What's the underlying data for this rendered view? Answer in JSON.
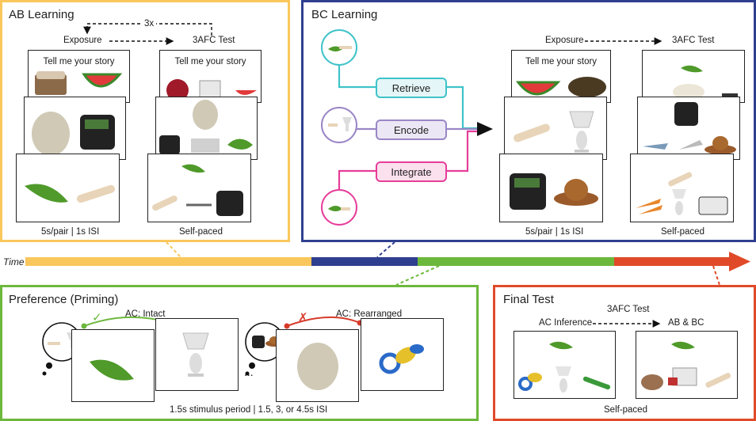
{
  "ab": {
    "title": "AB Learning",
    "repeat": "3x",
    "exposure": "Exposure",
    "test": "3AFC Test",
    "prompt_left": "Tell me your story",
    "prompt_right": "Tell me your story",
    "caption_left": "5s/pair | 1s ISI",
    "caption_right": "Self-paced"
  },
  "bc": {
    "title": "BC Learning",
    "exposure": "Exposure",
    "test": "3AFC Test",
    "prompt_left": "Tell me your story",
    "caption_left": "5s/pair | 1s ISI",
    "caption_right": "Self-paced",
    "retrieve": "Retrieve",
    "encode": "Encode",
    "integrate": "Integrate"
  },
  "timeline": {
    "label": "Time"
  },
  "pref": {
    "title": "Preference (Priming)",
    "intact": "AC: Intact",
    "rearranged": "AC: Rearranged",
    "check": "✓",
    "cross": "✗",
    "ellipsis": "...",
    "caption": "1.5s stimulus period | 1.5, 3, or 4.5s ISI"
  },
  "final": {
    "title": "Final Test",
    "test": "3AFC Test",
    "ac": "AC Inference",
    "abbc": "AB & BC",
    "caption": "Self-paced"
  },
  "colors": {
    "ab": "#f9c75c",
    "bc": "#2f3f8f",
    "pref": "#6cb83c",
    "final": "#e04a28",
    "retrieve": "#3fc3c9",
    "encode": "#9a86c6",
    "integrate": "#e63d9a"
  }
}
